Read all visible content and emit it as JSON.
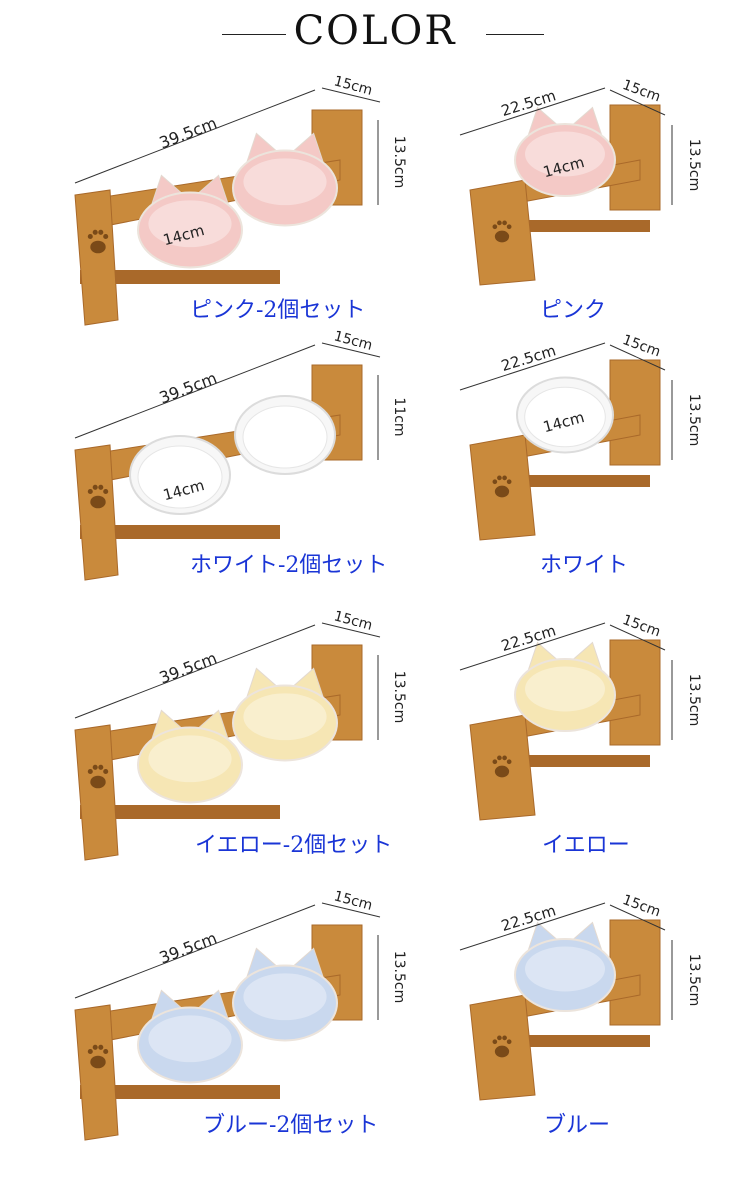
{
  "header": {
    "title": "COLOR"
  },
  "colors": {
    "caption": "#1a35d6",
    "wood": "#c98a3c",
    "wood_dark": "#a9692a",
    "pink": "#f4c9c6",
    "white": "#f7f7f7",
    "yellow": "#f6e6b4",
    "blue": "#c9d8ee"
  },
  "products": [
    {
      "caption": "ピンク-2個セット",
      "width_label": "39.5cm",
      "depth_label": "15cm",
      "height_label": "13.5cm",
      "bowl_label": "14cm",
      "bowl_color": "pink"
    },
    {
      "caption": "ピンク",
      "width_label": "22.5cm",
      "depth_label": "15cm",
      "height_label": "13.5cm",
      "bowl_label": "14cm",
      "bowl_color": "pink"
    },
    {
      "caption": "ホワイト-2個セット",
      "width_label": "39.5cm",
      "depth_label": "15cm",
      "height_label": "11cm",
      "bowl_label": "14cm",
      "bowl_color": "white"
    },
    {
      "caption": "ホワイト",
      "width_label": "22.5cm",
      "depth_label": "15cm",
      "height_label": "13.5cm",
      "bowl_label": "14cm",
      "bowl_color": "white"
    },
    {
      "caption": "イエロー-2個セット",
      "width_label": "39.5cm",
      "depth_label": "15cm",
      "height_label": "13.5cm",
      "bowl_label": "",
      "bowl_color": "yellow"
    },
    {
      "caption": "イエロー",
      "width_label": "22.5cm",
      "depth_label": "15cm",
      "height_label": "13.5cm",
      "bowl_label": "",
      "bowl_color": "yellow"
    },
    {
      "caption": "ブルー-2個セット",
      "width_label": "39.5cm",
      "depth_label": "15cm",
      "height_label": "13.5cm",
      "bowl_label": "",
      "bowl_color": "blue"
    },
    {
      "caption": "ブルー",
      "width_label": "22.5cm",
      "depth_label": "15cm",
      "height_label": "13.5cm",
      "bowl_label": "",
      "bowl_color": "blue"
    }
  ]
}
